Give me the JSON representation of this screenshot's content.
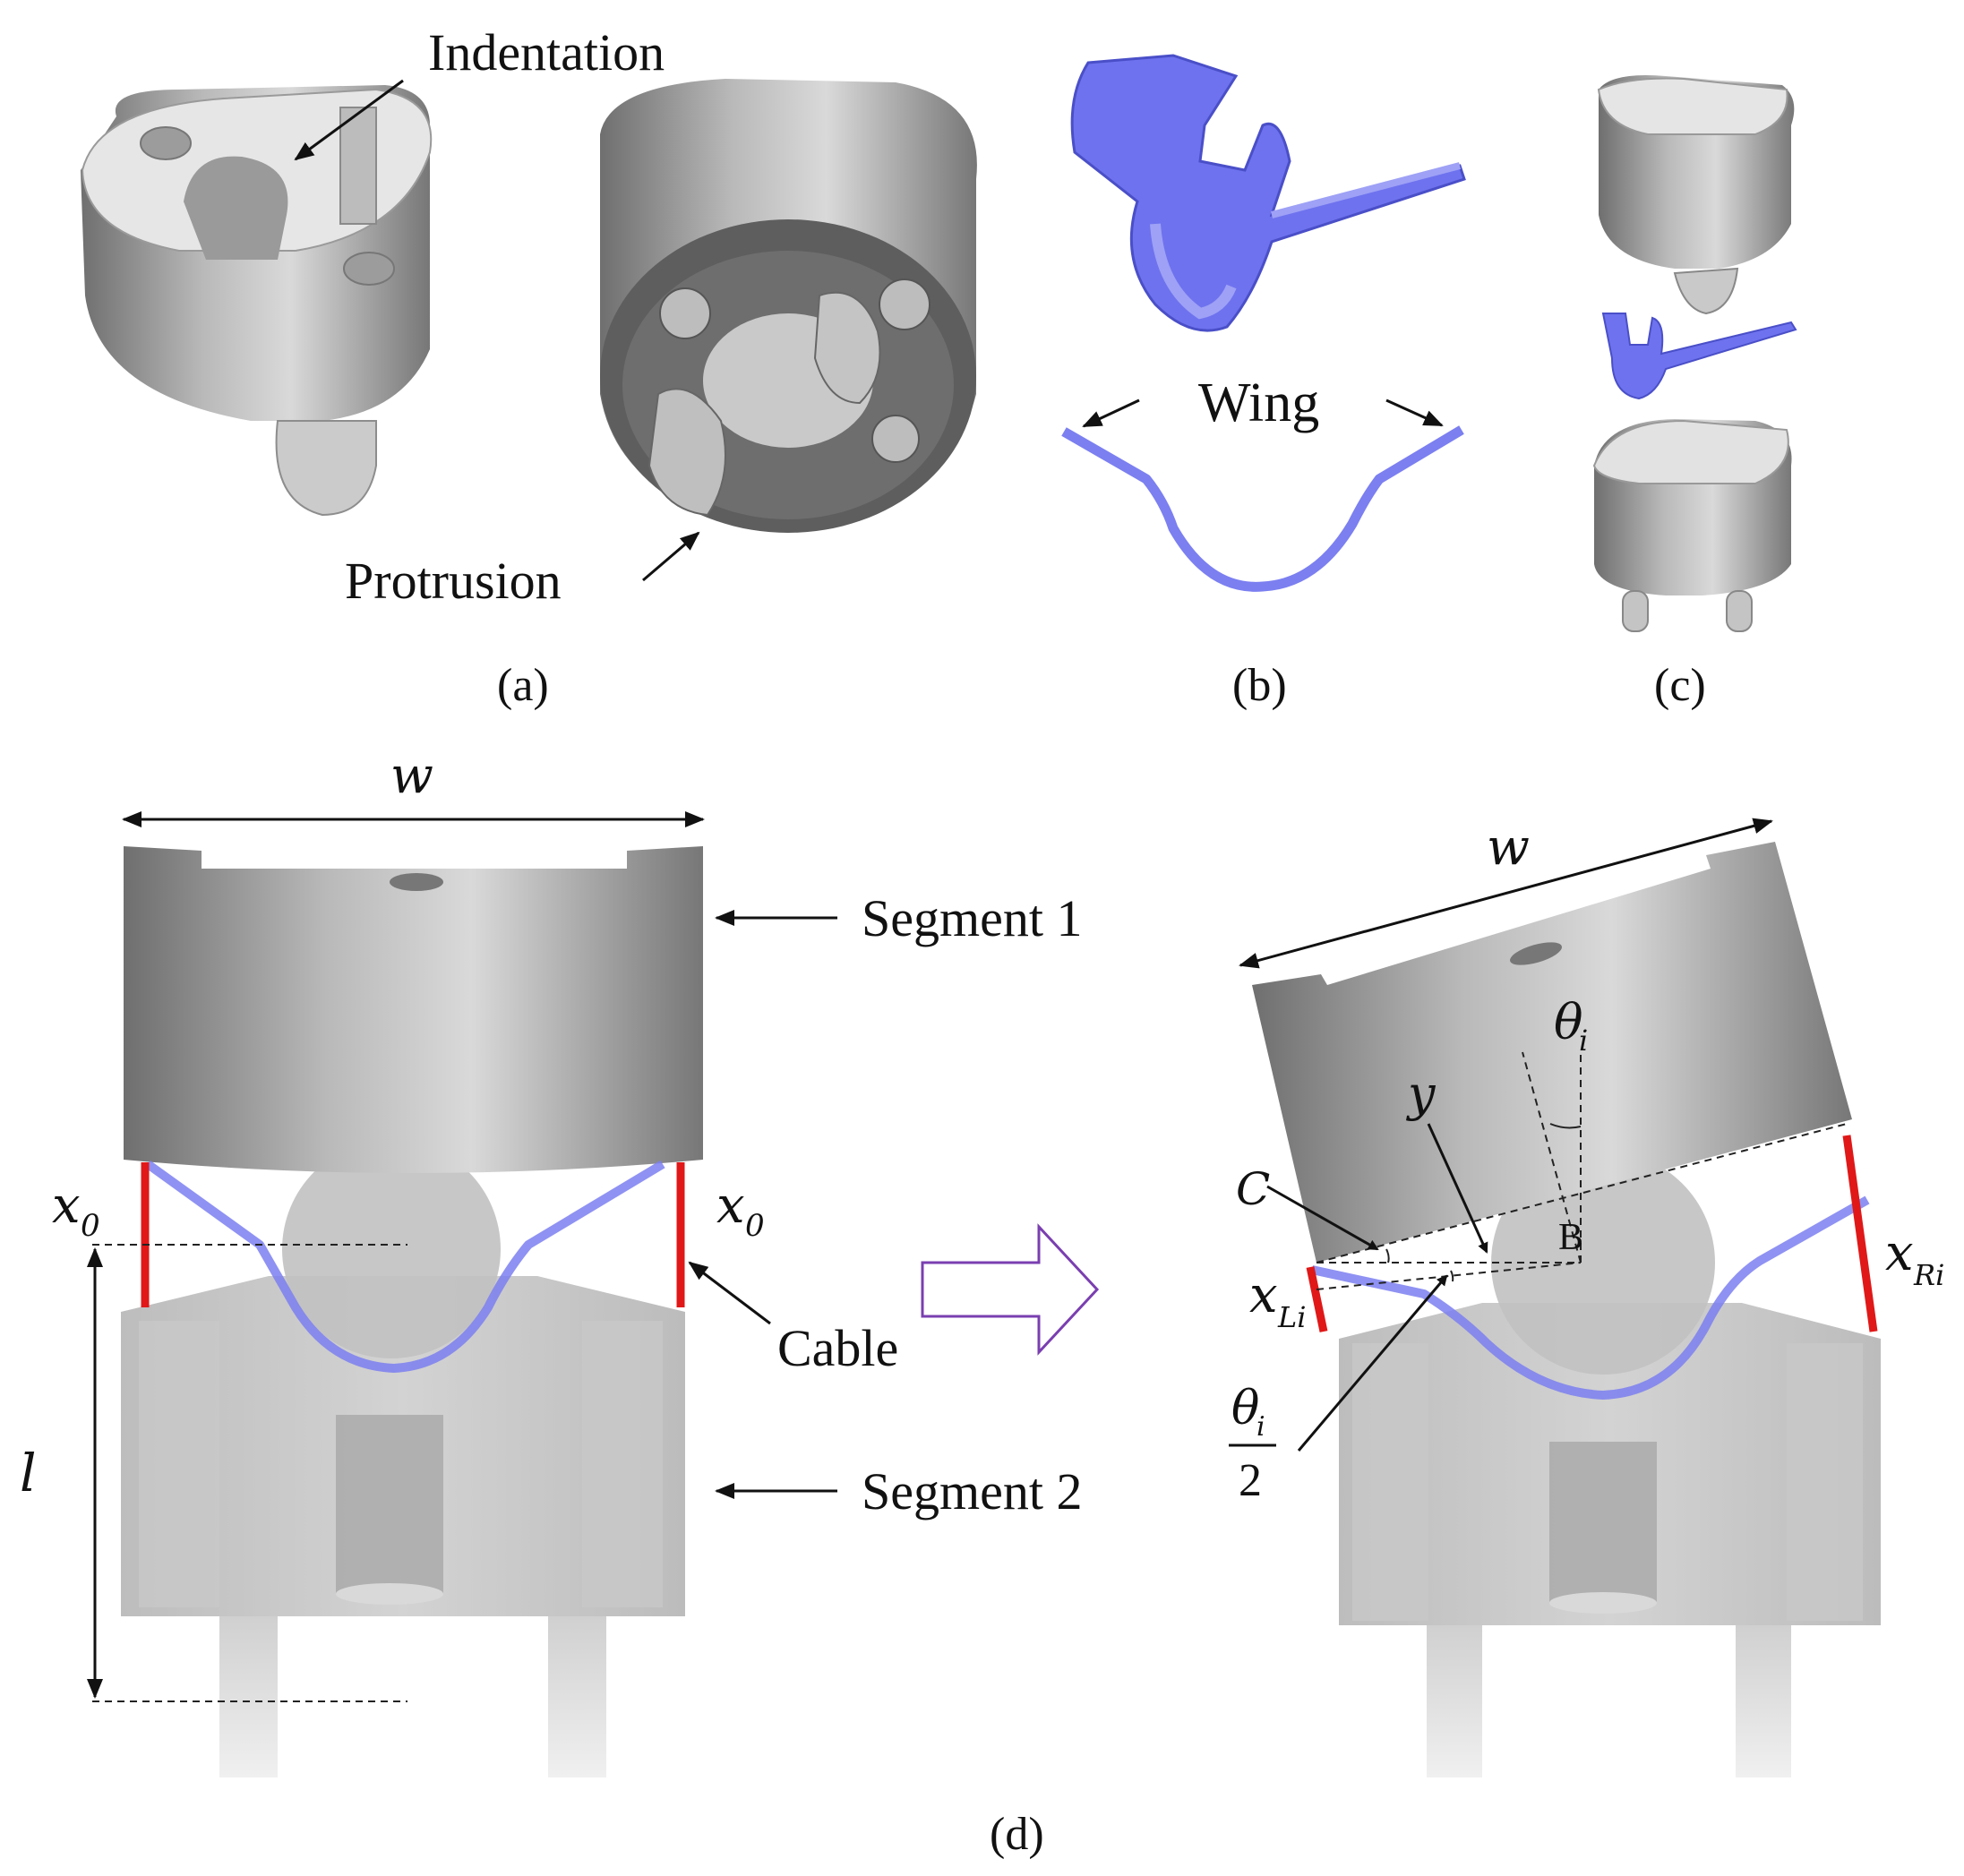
{
  "labels": {
    "indentation": "Indentation",
    "protrusion": "Protrusion",
    "wing": "Wing",
    "segment1": "Segment 1",
    "segment2": "Segment 2",
    "cable": "Cable",
    "point_c": "C",
    "point_b": "B"
  },
  "captions": {
    "a": "(a)",
    "b": "(b)",
    "c": "(c)",
    "d": "(d)"
  },
  "math": {
    "w_left": "w",
    "w_right": "w",
    "x": "x",
    "sub_0": "0",
    "sub_li": "Li",
    "sub_ri": "Ri",
    "l": "l",
    "y": "y",
    "theta": "θ",
    "sub_i": "i",
    "two": "2"
  },
  "colors": {
    "segment_gray": "#8f8f8f",
    "segment_light": "#cfcfcf",
    "wing_blue": "#7b7ff0",
    "cable_red": "#e01818",
    "arrow_outline": "#7a3fb0"
  }
}
